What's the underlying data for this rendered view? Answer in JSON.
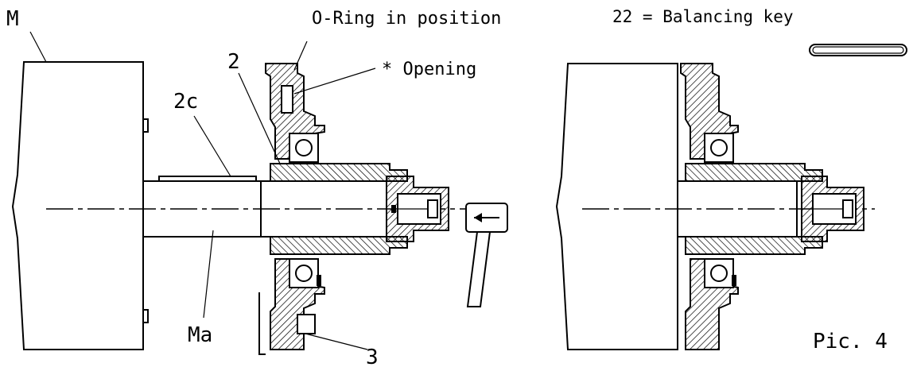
{
  "labels": {
    "motor": "M",
    "oring": "O-Ring in position",
    "opening": "* Opening",
    "part2": "2",
    "part2c": "2c",
    "shaft": "Ma",
    "part3": "3",
    "key_legend": "22 = Balancing key",
    "figure": "Pic. 4"
  },
  "colors": {
    "line": "#000000",
    "background": "#ffffff"
  }
}
